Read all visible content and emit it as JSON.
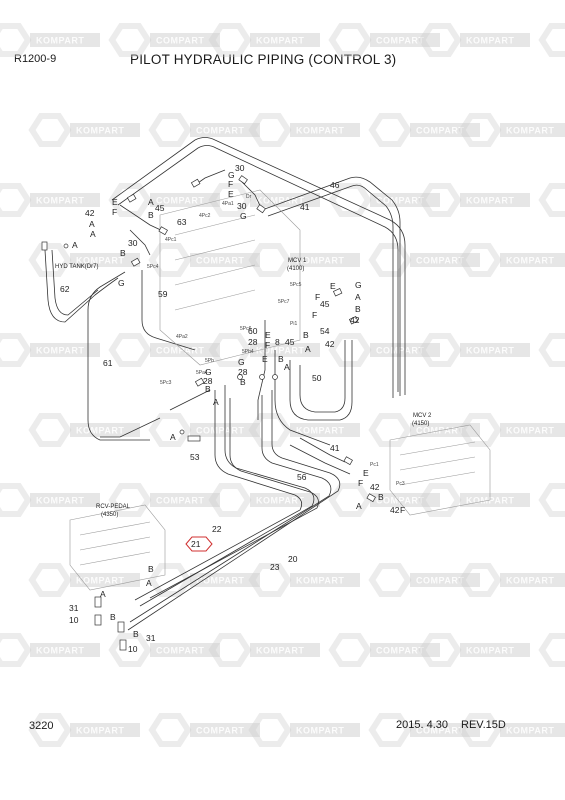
{
  "header": {
    "model": "R1200-9",
    "title": "PILOT HYDRAULIC PIPING (CONTROL 3)"
  },
  "footer": {
    "page_number": "3220",
    "date": "2015. 4.30",
    "revision": "REV.15D"
  },
  "watermark": {
    "brand_left": "KOMPART",
    "brand_right": "COMPART",
    "band_color": "#c8c8c8"
  },
  "diagram": {
    "units": {
      "mcv1_name": "MCV 1",
      "mcv1_code": "(4100)",
      "mcv2_name": "MCV 2",
      "mcv2_code": "(4150)",
      "rcv_name": "RCV-PEDAL",
      "rcv_code": "(4350)",
      "hyd_tank": "HYD TANK(Dr7)"
    },
    "ports": [
      "4Pa1",
      "4Pc1",
      "4Pc2",
      "5Pc4",
      "4Pa2",
      "5Pc5",
      "5Pc7",
      "5Pc6",
      "5Pc3",
      "5Pb4",
      "5Pa4",
      "Pi1",
      "Pc1",
      "Pc3",
      "5Pb",
      "Dr"
    ],
    "callouts": {
      "n20": "20",
      "n21": "21",
      "n22": "22",
      "n23": "23",
      "n28": "28",
      "n30": "30",
      "n31": "31",
      "n10": "10",
      "n41": "41",
      "n42": "42",
      "n45": "45",
      "n46": "46",
      "n50": "50",
      "n53": "53",
      "n54": "54",
      "n56": "56",
      "n59": "59",
      "n60": "60",
      "n61": "61",
      "n62": "62",
      "n63": "63",
      "n8": "8"
    },
    "letters": {
      "A": "A",
      "B": "B",
      "E": "E",
      "F": "F",
      "G": "G"
    },
    "highlight_color": "#d03030"
  }
}
